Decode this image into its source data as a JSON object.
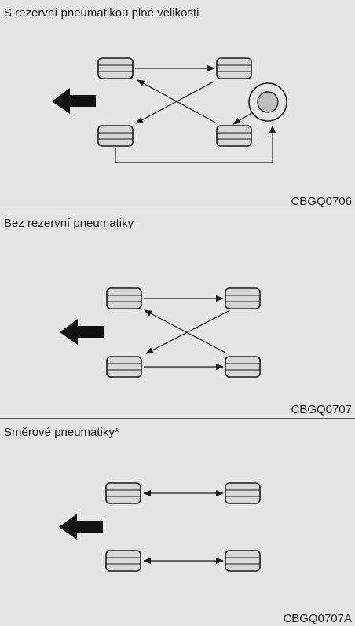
{
  "panels": [
    {
      "title": "S rezervní pneumatikou plné velikosti",
      "code": "CBGQ0706"
    },
    {
      "title": "Bez rezervní pneumatiky",
      "code": "CBGQ0707"
    },
    {
      "title": "Směrové pneumatiky*",
      "code": "CBGQ0707A"
    }
  ],
  "icons": {
    "tire": "tire-icon",
    "spare_tire": "spare-tire-icon",
    "direction_arrow": "forward-direction-arrow-icon"
  },
  "colors": {
    "background": "#e6e6e6",
    "line": "#1a1a1a",
    "divider": "#555555"
  }
}
